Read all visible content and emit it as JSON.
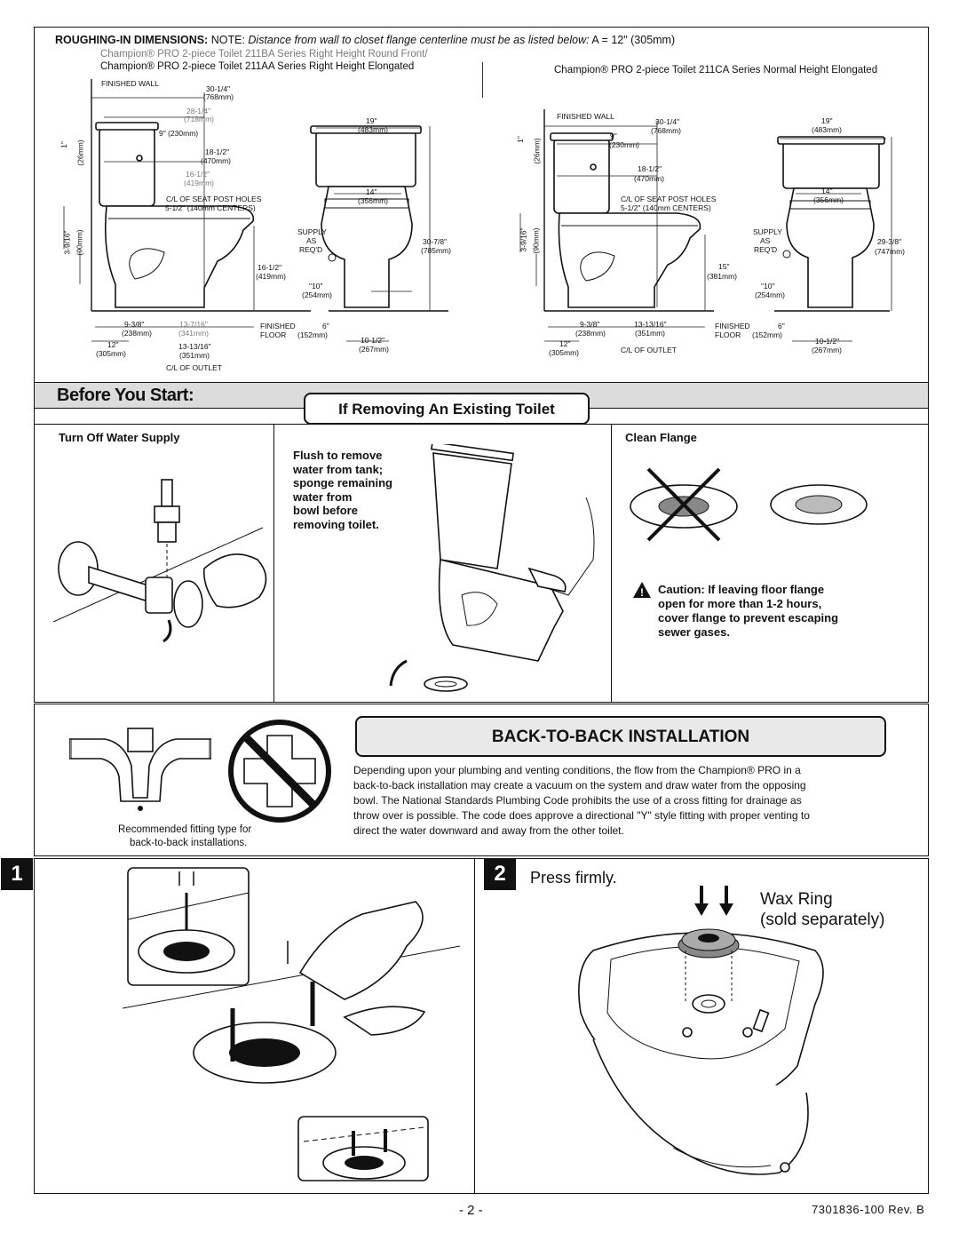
{
  "roughing": {
    "label": "ROUGHING-IN DIMENSIONS:",
    "note_prefix": "NOTE:",
    "note_italic": "Distance from wall to closet flange centerline must be as listed below:",
    "note_value": "A = 12\" (305mm)",
    "model_211ba": "Champion® PRO 2-piece Toilet 211BA Series Right Height Round Front/",
    "model_211aa": "Champion® PRO 2-piece Toilet 211AA Series Right Height Elongated",
    "model_211ca": "Champion® PRO 2-piece Toilet 211CA Series Normal Height Elongated"
  },
  "left_diagram": {
    "finished_wall": "FINISHED WALL",
    "d_30_1_4": "30-1/4\"",
    "d_768": "(768mm)",
    "d_28_1_4": "28-1/4\"",
    "d_718": "(718mm)",
    "d_9_230": "9\" (230mm)",
    "d_18_1_2": "18-1/2\"",
    "d_470": "(470mm)",
    "d_16_1_2_top": "16-1/2\"",
    "d_419_top": "(419mm)",
    "seat_post": "C/L OF SEAT POST HOLES",
    "seat_post_centers": "5-1/2\" (140mm CENTERS)",
    "d_1": "1\"",
    "d_26": "(26mm)",
    "d_3_9_16": "3-9/16\"",
    "d_90": "(90mm)",
    "d_16_1_2": "16-1/2\"",
    "d_419": "(419mm)",
    "d_9_3_8": "9-3/8\"",
    "d_238": "(238mm)",
    "d_13_7_16": "13-7/16\"",
    "d_341": "(341mm)",
    "d_12": "12\"",
    "d_305": "(305mm)",
    "d_13_13_16": "13-13/16\"",
    "d_351": "(351mm)",
    "outlet": "C/L OF OUTLET",
    "finished_floor": "FINISHED",
    "floor": "FLOOR",
    "d_19": "19\"",
    "d_483": "(483mm)",
    "d_14": "14\"",
    "d_356": "(356mm)",
    "supply": "SUPPLY",
    "as": "AS",
    "reqd": "REQ'D",
    "d_30_7_8": "30-7/8\"",
    "d_785": "(785mm)",
    "d_10": "\"10\"",
    "d_254": "(254mm)",
    "d_6": "6\"",
    "d_152": "(152mm)",
    "d_10_1_2": "10-1/2\"",
    "d_267": "(267mm)"
  },
  "right_diagram": {
    "finished_wall": "FINISHED WALL",
    "d_30_1_4": "30-1/4\"",
    "d_768": "(768mm)",
    "d_9": "9\"",
    "d_230": "(230mm)",
    "d_18_1_2": "18-1/2\"",
    "d_470": "(470mm)",
    "seat_post": "C/L OF SEAT POST HOLES",
    "seat_post_centers": "5-1/2\" (140mm CENTERS)",
    "d_1": "1\"",
    "d_26": "(26mm)",
    "d_3_9_16": "3-9/16\"",
    "d_90": "(90mm)",
    "d_15": "15\"",
    "d_381": "(381mm)",
    "d_9_3_8": "9-3/8\"",
    "d_238": "(238mm)",
    "d_13_13_16": "13-13/16\"",
    "d_351": "(351mm)",
    "d_12": "12\"",
    "d_305": "(305mm)",
    "outlet": "C/L OF OUTLET",
    "finished_floor": "FINISHED",
    "floor": "FLOOR",
    "d_19": "19\"",
    "d_483": "(483mm)",
    "d_14": "14\"",
    "d_356": "(356mm)",
    "supply": "SUPPLY",
    "as": "AS",
    "reqd": "REQ'D",
    "d_29_3_8": "29-3/8\"",
    "d_747": "(747mm)",
    "d_10": "\"10\"",
    "d_254": "(254mm)",
    "d_6": "6\"",
    "d_152": "(152mm)",
    "d_10_1_2": "10-1/2\"",
    "d_267": "(267mm)"
  },
  "before": {
    "title": "Before You Start:",
    "remove_title": "If Removing An Existing Toilet",
    "water_supply": "Turn Off Water Supply",
    "flush_lines": [
      "Flush to remove",
      "water from tank;",
      "sponge remaining",
      "water from",
      "bowl before",
      "removing toilet."
    ],
    "clean_flange": "Clean Flange",
    "caution_lines": [
      "Caution: If leaving floor flange",
      "open for more than 1-2 hours,",
      "cover flange to prevent escaping",
      "sewer gases."
    ]
  },
  "b2b": {
    "title": "BACK-TO-BACK INSTALLATION",
    "body_lines": [
      "Depending upon your plumbing and venting conditions, the flow from the Champion® PRO in a",
      "back-to-back installation may create a vacuum on the system and draw water from the opposing",
      "bowl. The National Standards Plumbing Code prohibits the use of a cross fitting for drainage as",
      "throw over is possible. The code does approve a directional \"Y\" style fitting with proper venting to",
      "direct the water downward and away from the other toilet."
    ],
    "caption_1": "Recommended fitting type for",
    "caption_2": "back-to-back installations."
  },
  "steps": {
    "one": "1",
    "two": "2",
    "press": "Press firmly.",
    "wax_ring": "Wax Ring",
    "sold_sep": "(sold separately)"
  },
  "footer": {
    "page": "- 2 -",
    "doc": "7301836-100 Rev. B"
  }
}
